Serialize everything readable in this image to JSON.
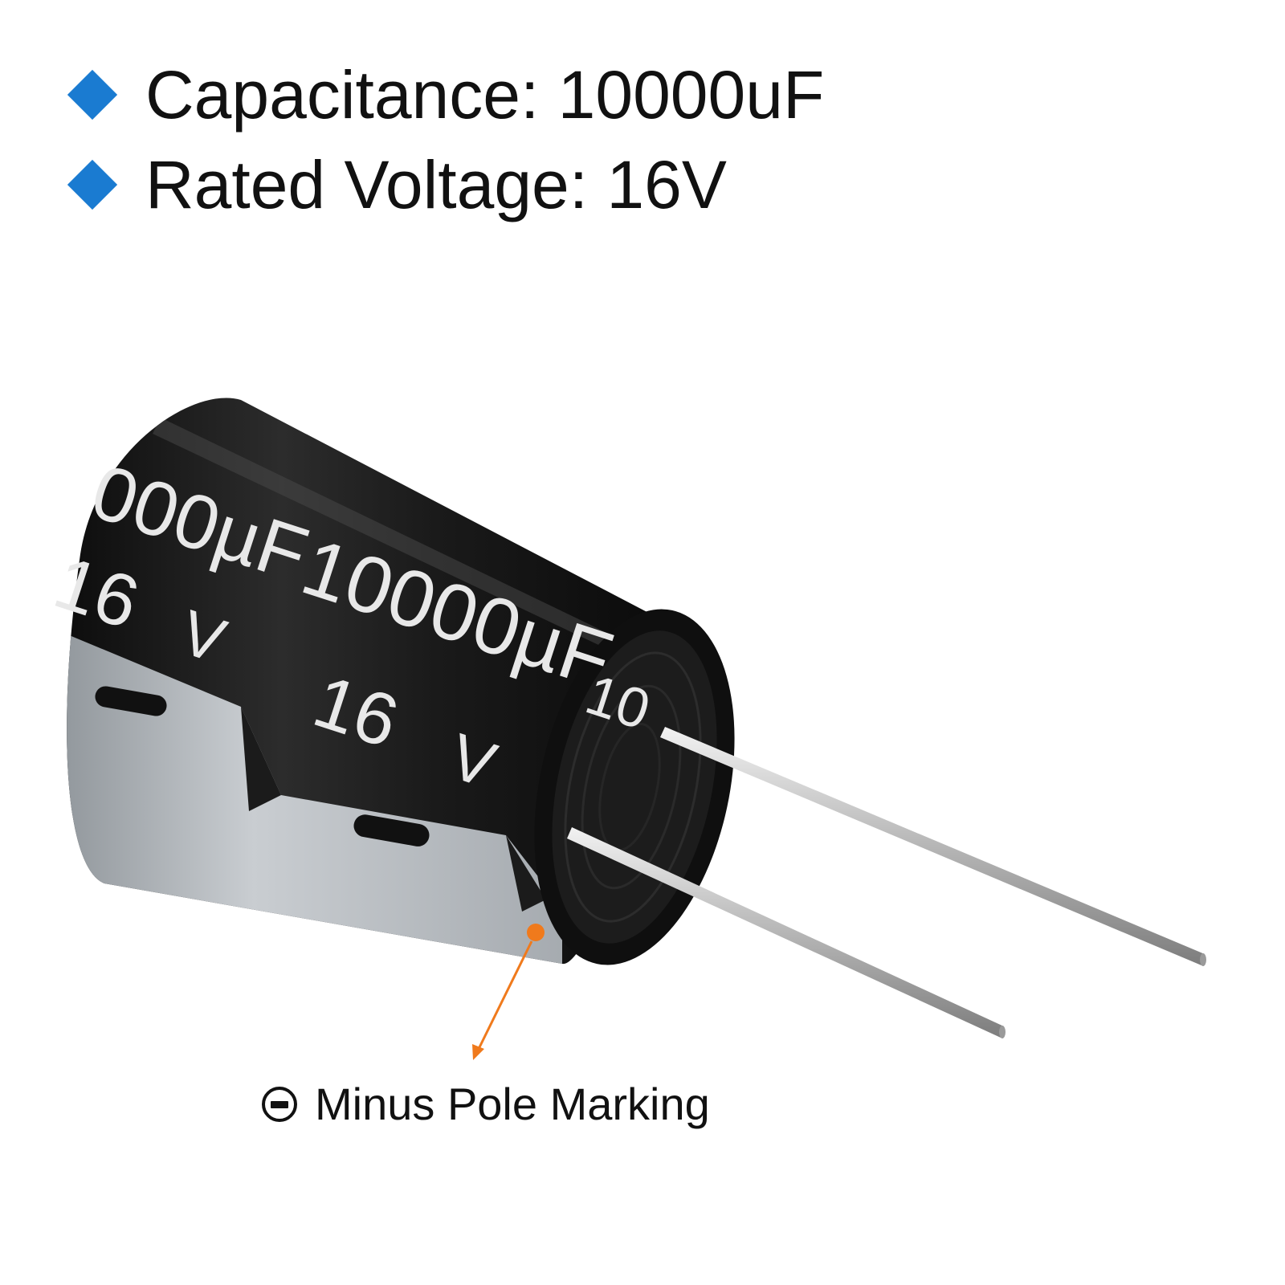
{
  "specs": [
    {
      "label": "Capacitance: 10000uF"
    },
    {
      "label": "Rated Voltage: 16V"
    }
  ],
  "product_print": {
    "capacitance": "10000µF",
    "capacitance_partial": "000µF",
    "voltage_number": "16",
    "voltage_unit": "V",
    "edge_text": "10"
  },
  "callout": {
    "label": "Minus Pole Marking",
    "icon": "minus-circle-icon"
  },
  "colors": {
    "bullet": "#1a7bd1",
    "arrow": "#f07a1c",
    "body": "#1b1b1b",
    "stripe": "#b8bcc0"
  }
}
